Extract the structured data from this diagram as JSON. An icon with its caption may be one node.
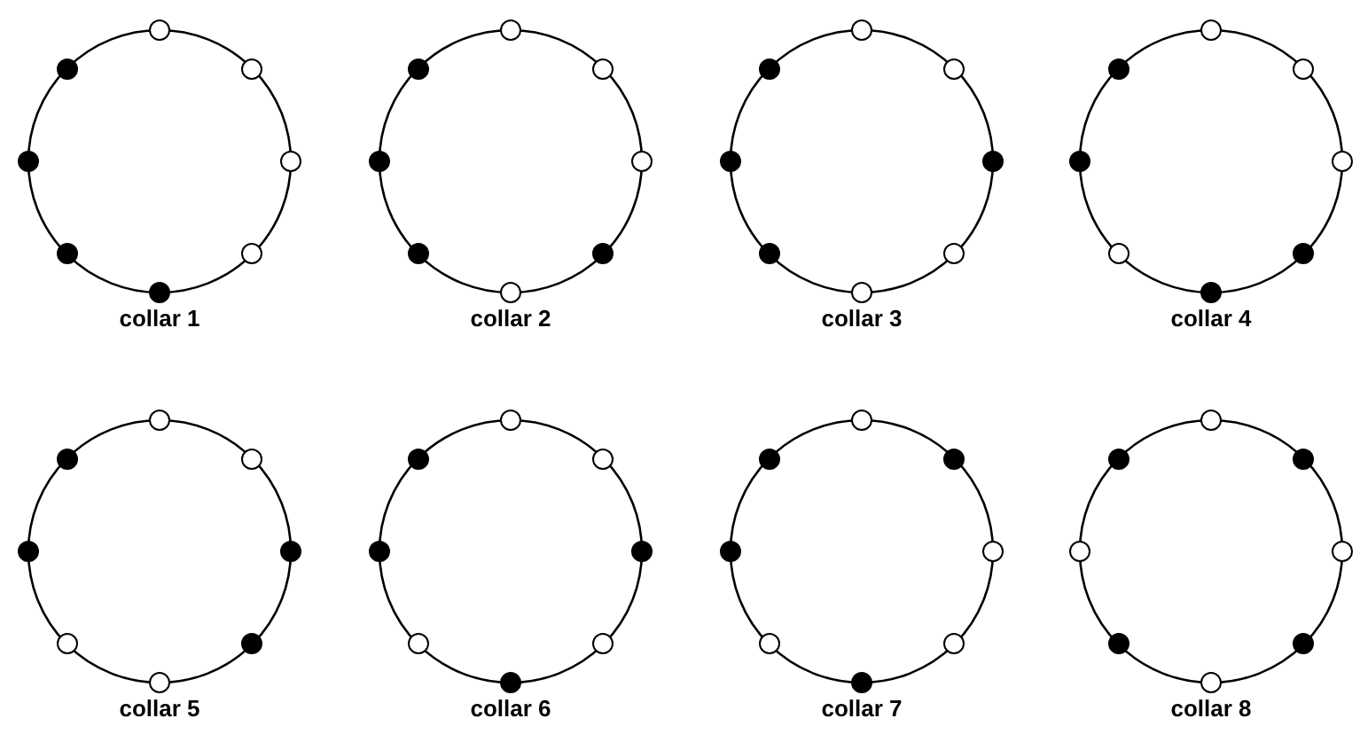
{
  "diagram": {
    "nodes": [
      {
        "text": [],
        "shape": "circle",
        "beside": [
          "collar 1"
        ]
      },
      {
        "text": [],
        "shape": "circle",
        "in": 0
      },
      {
        "text": [],
        "shape": "circle",
        "in": 0
      },
      {
        "text": [],
        "shape": "circle",
        "in": 0
      },
      {
        "text": [],
        "shape": "circle",
        "in": 0
      },
      {
        "text": [],
        "shape": "dot",
        "in": 0
      },
      {
        "text": [],
        "shape": "dot",
        "in": 0
      },
      {
        "text": [],
        "shape": "dot",
        "in": 0
      },
      {
        "text": [],
        "shape": "dot",
        "in": 0
      },
      {
        "text": [],
        "shape": "circle",
        "beside": [
          "collar 2"
        ]
      },
      {
        "text": [],
        "shape": "circle",
        "in": 9
      },
      {
        "text": [],
        "shape": "circle",
        "in": 9
      },
      {
        "text": [],
        "shape": "circle",
        "in": 9
      },
      {
        "text": [],
        "shape": "dot",
        "in": 9
      },
      {
        "text": [],
        "shape": "circle",
        "in": 9
      },
      {
        "text": [],
        "shape": "dot",
        "in": 9
      },
      {
        "text": [],
        "shape": "dot",
        "in": 9
      },
      {
        "text": [],
        "shape": "dot",
        "in": 9
      },
      {
        "text": [],
        "shape": "circle",
        "beside": [
          "collar 3"
        ]
      },
      {
        "text": [],
        "shape": "circle",
        "in": 18
      },
      {
        "text": [],
        "shape": "circle",
        "in": 18
      },
      {
        "text": [],
        "shape": "dot",
        "in": 18
      },
      {
        "text": [],
        "shape": "circle",
        "in": 18
      },
      {
        "text": [],
        "shape": "circle",
        "in": 18
      },
      {
        "text": [],
        "shape": "dot",
        "in": 18
      },
      {
        "text": [],
        "shape": "dot",
        "in": 18
      },
      {
        "text": [],
        "shape": "dot",
        "in": 18
      },
      {
        "text": [],
        "shape": "circle",
        "beside": [
          "collar 4"
        ]
      },
      {
        "text": [],
        "shape": "circle",
        "in": 27
      },
      {
        "text": [],
        "shape": "circle",
        "in": 27
      },
      {
        "text": [],
        "shape": "circle",
        "in": 27
      },
      {
        "text": [],
        "shape": "dot",
        "in": 27
      },
      {
        "text": [],
        "shape": "dot",
        "in": 27
      },
      {
        "text": [],
        "shape": "circle",
        "in": 27
      },
      {
        "text": [],
        "shape": "dot",
        "in": 27
      },
      {
        "text": [],
        "shape": "dot",
        "in": 27
      },
      {
        "text": [],
        "shape": "circle",
        "beside": [
          "collar 5"
        ]
      },
      {
        "text": [],
        "shape": "circle",
        "in": 36
      },
      {
        "text": [],
        "shape": "circle",
        "in": 36
      },
      {
        "text": [],
        "shape": "dot",
        "in": 36
      },
      {
        "text": [],
        "shape": "dot",
        "in": 36
      },
      {
        "text": [],
        "shape": "circle",
        "in": 36
      },
      {
        "text": [],
        "shape": "circle",
        "in": 36
      },
      {
        "text": [],
        "shape": "dot",
        "in": 36
      },
      {
        "text": [],
        "shape": "dot",
        "in": 36
      },
      {
        "text": [],
        "shape": "circle",
        "beside": [
          "collar 6"
        ]
      },
      {
        "text": [],
        "shape": "circle",
        "in": 45
      },
      {
        "text": [],
        "shape": "circle",
        "in": 45
      },
      {
        "text": [],
        "shape": "dot",
        "in": 45
      },
      {
        "text": [],
        "shape": "circle",
        "in": 45
      },
      {
        "text": [],
        "shape": "dot",
        "in": 45
      },
      {
        "text": [],
        "shape": "circle",
        "in": 45
      },
      {
        "text": [],
        "shape": "dot",
        "in": 45
      },
      {
        "text": [],
        "shape": "dot",
        "in": 45
      },
      {
        "text": [],
        "shape": "circle",
        "beside": [
          "collar 7"
        ]
      },
      {
        "text": [],
        "shape": "circle",
        "in": 54
      },
      {
        "text": [],
        "shape": "dot",
        "in": 54
      },
      {
        "text": [],
        "shape": "circle",
        "in": 54
      },
      {
        "text": [],
        "shape": "circle",
        "in": 54
      },
      {
        "text": [],
        "shape": "dot",
        "in": 54
      },
      {
        "text": [],
        "shape": "circle",
        "in": 54
      },
      {
        "text": [],
        "shape": "dot",
        "in": 54
      },
      {
        "text": [],
        "shape": "dot",
        "in": 54
      },
      {
        "text": [],
        "shape": "circle",
        "beside": [
          "collar 8"
        ]
      },
      {
        "text": [],
        "shape": "circle",
        "in": 63
      },
      {
        "text": [],
        "shape": "dot",
        "in": 63
      },
      {
        "text": [],
        "shape": "circle",
        "in": 63
      },
      {
        "text": [],
        "shape": "dot",
        "in": 63
      },
      {
        "text": [],
        "shape": "circle",
        "in": 63
      },
      {
        "text": [],
        "shape": "dot",
        "in": 63
      },
      {
        "text": [],
        "shape": "circle",
        "in": 63
      },
      {
        "text": [],
        "shape": "dot",
        "in": 63
      }
    ]
  }
}
